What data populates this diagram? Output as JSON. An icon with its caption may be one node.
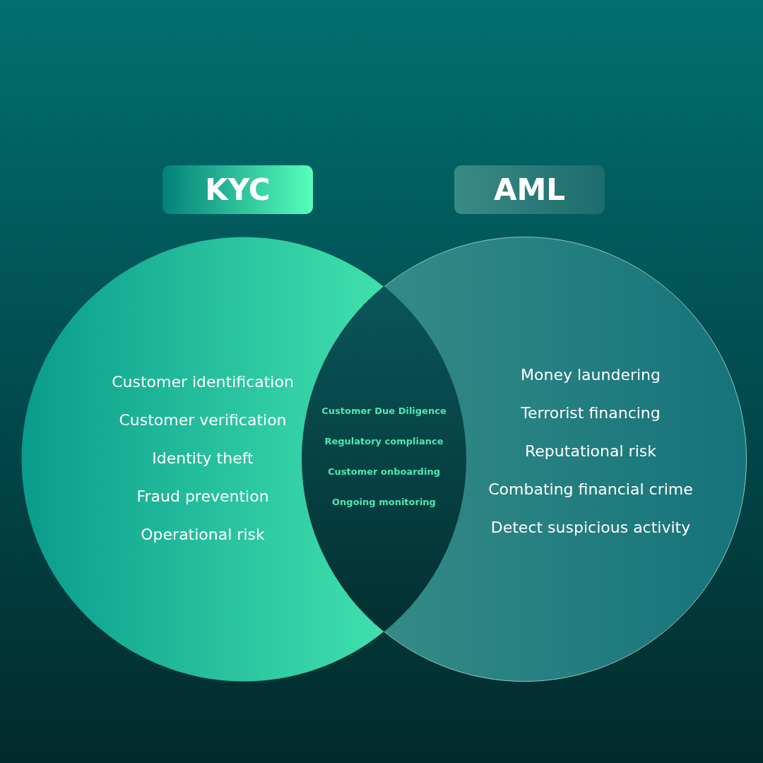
{
  "diagram": {
    "nodes": [
      {
        "text": [
          "KYC"
        ]
      },
      {
        "text": [
          "AML"
        ]
      },
      {
        "text": [
          "Customer identification",
          "Customer verification",
          "Identity theft",
          "Fraud prevention",
          "Operational risk"
        ]
      },
      {
        "text": [
          "Money laundering",
          "Terrorist financing",
          "Reputational risk",
          "Combating financial crime",
          "Detect suspicious activity"
        ]
      },
      {
        "text": [
          "Customer Due Diligence",
          "Regulatory compliance",
          "Customer onboarding",
          "Ongoing monitoring"
        ]
      }
    ]
  }
}
